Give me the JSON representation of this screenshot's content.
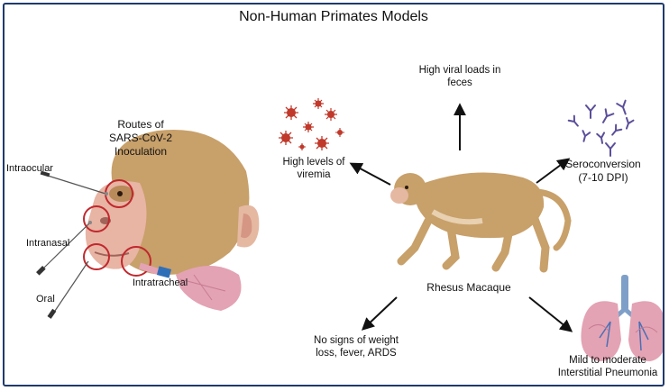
{
  "title": "Non-Human Primates Models",
  "routes": {
    "heading_line1": "Routes of",
    "heading_line2": "SARS-CoV-2",
    "heading_line3": "Inoculation",
    "intraocular": "Intraocular",
    "intranasal": "Intranasal",
    "oral": "Oral",
    "intratracheal": "Intratracheal"
  },
  "center": {
    "label": "Rhesus Macaque"
  },
  "effects": {
    "viral_loads_line1": "High viral loads in",
    "viral_loads_line2": "feces",
    "viremia_line1": "High levels of",
    "viremia_line2": "viremia",
    "seroconversion_line1": "Seroconversion",
    "seroconversion_line2": "(7-10 DPI)",
    "no_signs_line1": "No signs of weight",
    "no_signs_line2": "loss, fever, ARDS",
    "pneumonia_line1": "Mild to moderate",
    "pneumonia_line2": "Interstitial Pneumonia"
  },
  "colors": {
    "border": "#1f3a6b",
    "fur": "#c8a06a",
    "skin": "#e8b4a4",
    "lung": "#e3a3b4",
    "circle": "#c0282d",
    "virus": "#c0392b",
    "antibody": "#5b4f9a"
  }
}
